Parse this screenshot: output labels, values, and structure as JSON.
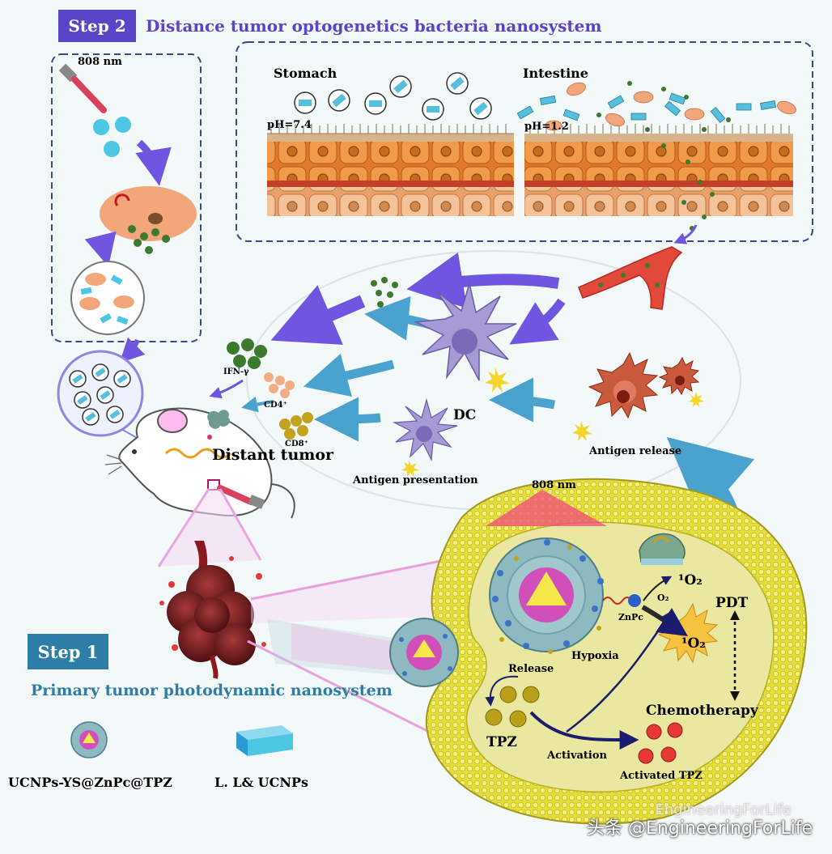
{
  "step2": {
    "badge": "Step 2",
    "title": "Distance tumor  optogenetics bacteria nanosystem",
    "laser": "808 nm",
    "stomach": "Stomach",
    "intestine": "Intestine",
    "ph_stomach": "pH=7.4",
    "ph_intestine": "pH=1.2"
  },
  "immune": {
    "ifn": "IFN-γ",
    "cd4": "CD4⁺",
    "cd8": "CD8⁺",
    "distant_tumor": "Distant tumor",
    "dc": "DC",
    "antigen_presentation": "Antigen presentation",
    "antigen_release": "Antigen release"
  },
  "step1": {
    "badge": "Step 1",
    "title": "Primary tumor photodynamic nanosystem",
    "laser": "808 nm",
    "zinc": "ZnPc",
    "o2": "O₂",
    "singlet_o2_top": "¹O₂",
    "singlet_o2_burst": "¹O₂",
    "pdt": "PDT",
    "release": "Release",
    "hypoxia": "Hypoxia",
    "tpz": "TPZ",
    "activation": "Activation",
    "chemotherapy": "Chemotherapy",
    "activated_tpz": "Activated TPZ"
  },
  "legend": {
    "nanoparticle": "UCNPs-YS@ZnPc@TPZ",
    "bacteria": "L. L& UCNPs"
  },
  "watermark": {
    "text": "头条 @EngineeringForLife",
    "ghost": "EngineeringForLife"
  },
  "colors": {
    "step2": "#5a44c8",
    "step1": "#2d7ea6",
    "arrow_purple": "#6f55e0",
    "arrow_blue": "#4aa3cf",
    "membrane": "#e6e24a",
    "tissue": "#e57a2e"
  }
}
